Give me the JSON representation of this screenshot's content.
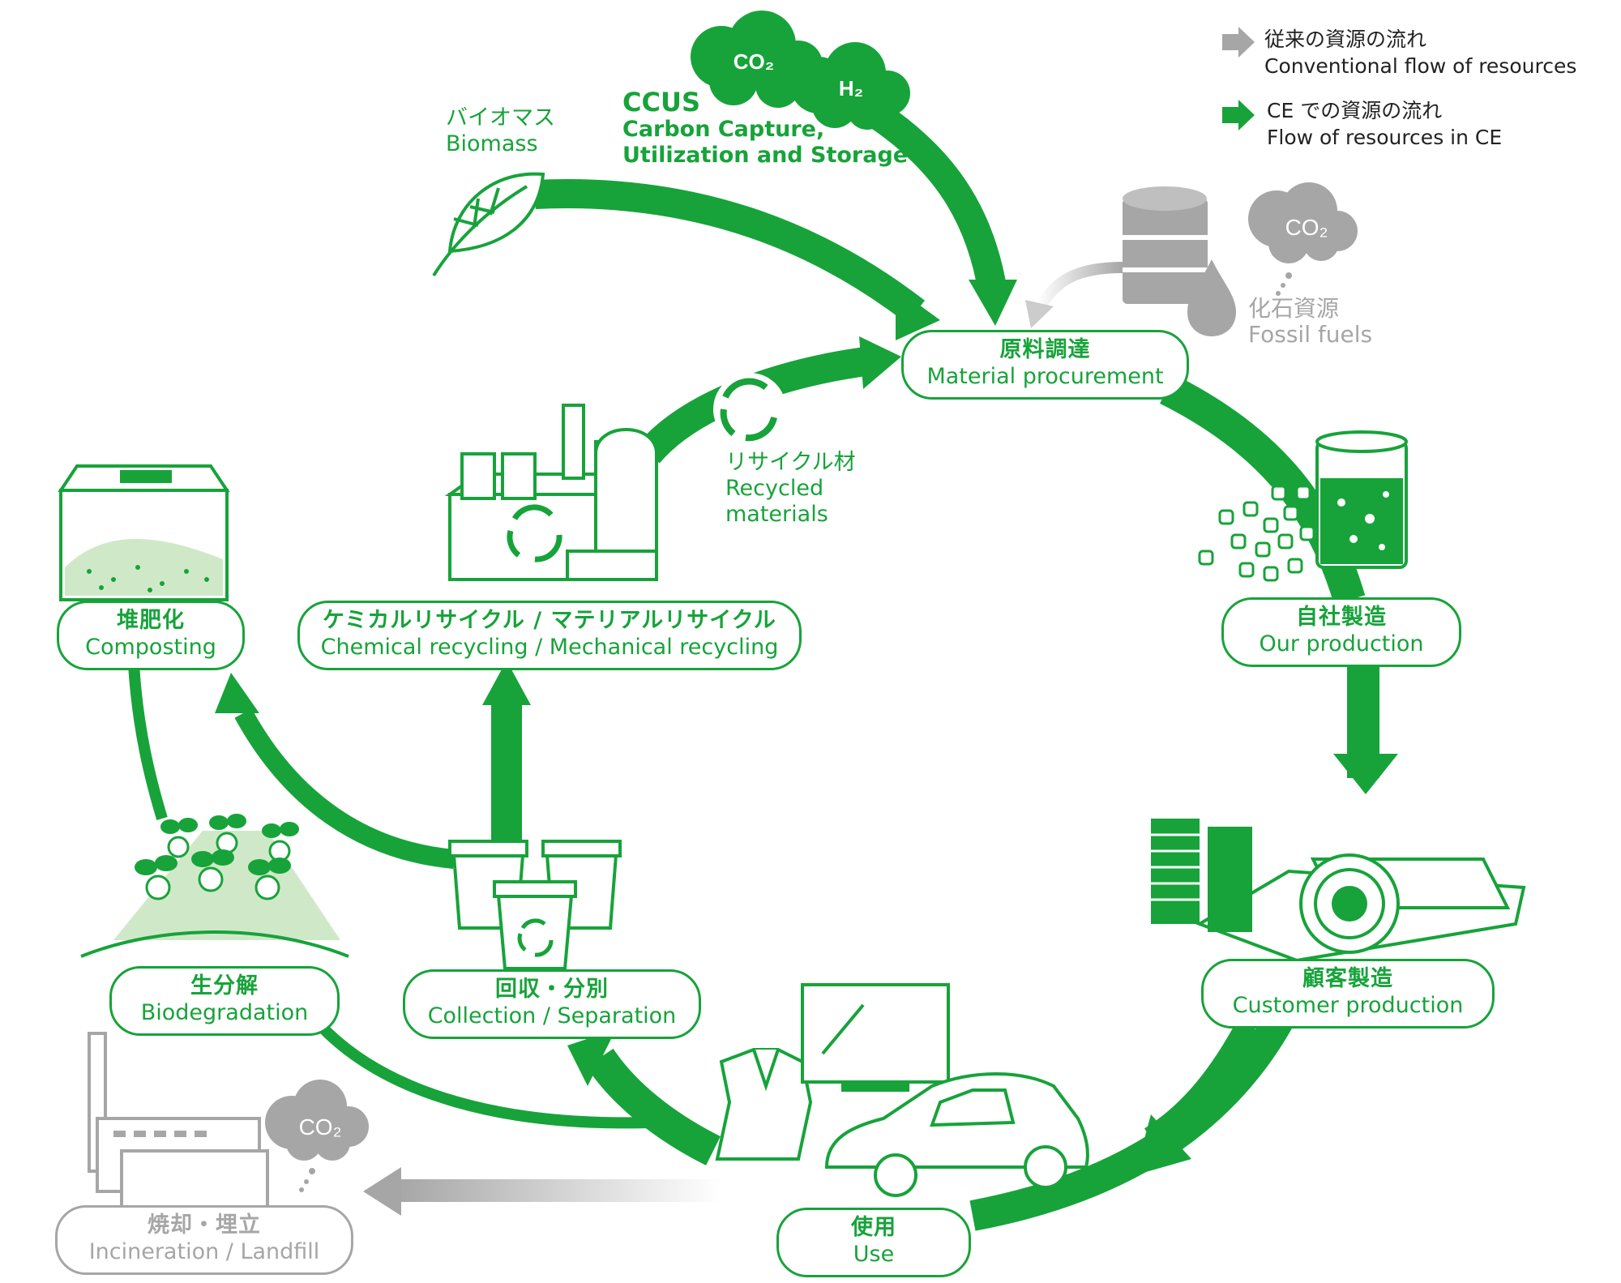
{
  "colors": {
    "green": "#17a33a",
    "light_green": "#cfe9c8",
    "gray": "#a6a6a6"
  },
  "legend": {
    "conventional_jp": "従来の資源の流れ",
    "conventional_en": "Conventional flow of resources",
    "ce_jp": "CE での資源の流れ",
    "ce_en": "Flow of resources in CE"
  },
  "inputs": {
    "biomass_jp": "バイオマス",
    "biomass_en": "Biomass",
    "ccus_title": "CCUS",
    "ccus_line1": "Carbon Capture,",
    "ccus_line2": "Utilization and Storage",
    "co2": "CO₂",
    "h2": "H₂",
    "fossil_jp": "化石資源",
    "fossil_en": "Fossil fuels",
    "recycled_jp": "リサイクル材",
    "recycled_en1": "Recycled",
    "recycled_en2": "materials"
  },
  "stages": {
    "material_procurement": {
      "jp": "原料調達",
      "en": "Material procurement"
    },
    "our_production": {
      "jp": "自社製造",
      "en": "Our production"
    },
    "customer_production": {
      "jp": "顧客製造",
      "en": "Customer production"
    },
    "use": {
      "jp": "使用",
      "en": "Use"
    },
    "collection": {
      "jp": "回収・分別",
      "en": "Collection / Separation"
    },
    "recycling": {
      "jp": "ケミカルリサイクル / マテリアルリサイクル",
      "en": "Chemical recycling / Mechanical recycling"
    },
    "composting": {
      "jp": "堆肥化",
      "en": "Composting"
    },
    "biodegradation": {
      "jp": "生分解",
      "en": "Biodegradation"
    },
    "incineration": {
      "jp": "焼却・埋立",
      "en": "Incineration / Landfill"
    }
  },
  "icons": [
    "leaf-icon",
    "co2-cloud-icon",
    "h2-cloud-icon",
    "oil-barrel-icon",
    "oil-drop-icon",
    "recycle-icon",
    "factory-icon",
    "compost-bin-icon",
    "sprouts-icon",
    "recycle-bins-icon",
    "pellets-beaker-icon",
    "film-rolls-icon",
    "clothes-icon",
    "monitor-icon",
    "car-icon",
    "incinerator-icon"
  ]
}
